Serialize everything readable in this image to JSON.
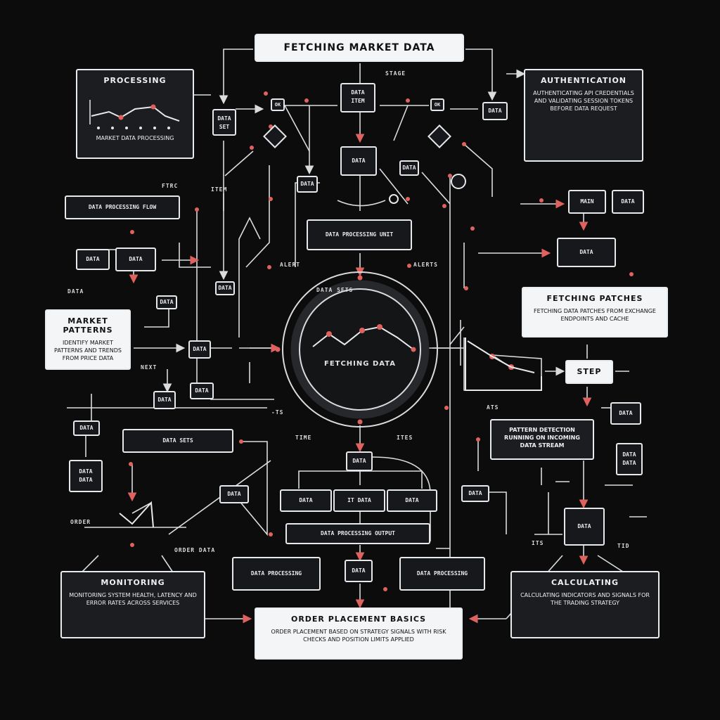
{
  "title": "FETCHING MARKET DATA",
  "panels": {
    "top_left": {
      "title": "PROCESSING",
      "caption": "MARKET DATA PROCESSING"
    },
    "top_right": {
      "title": "AUTHENTICATION",
      "text": "AUTHENTICATING API CREDENTIALS AND VALIDATING SESSION TOKENS BEFORE DATA REQUEST"
    },
    "market_patterns": {
      "title": "MARKET PATTERNS",
      "text": "IDENTIFY MARKET PATTERNS AND TRENDS FROM PRICE DATA"
    },
    "fetching_patches": {
      "title": "FETCHING PATCHES",
      "text": "FETCHING DATA PATCHES FROM EXCHANGE ENDPOINTS AND CACHE"
    },
    "pattern_detection": {
      "text": "PATTERN DETECTION RUNNING ON INCOMING DATA STREAM"
    },
    "monitoring": {
      "title": "MONITORING",
      "text": "MONITORING SYSTEM HEALTH, LATENCY AND ERROR RATES ACROSS SERVICES"
    },
    "order_placement": {
      "title": "ORDER PLACEMENT BASICS",
      "text": "ORDER PLACEMENT BASED ON STRATEGY SIGNALS WITH RISK CHECKS AND POSITION LIMITS APPLIED"
    },
    "calculation": {
      "title": "CALCULATING",
      "text": "CALCULATING INDICATORS AND SIGNALS FOR THE TRADING STRATEGY"
    }
  },
  "hub": {
    "label": "FETCHING DATA"
  },
  "step": {
    "label": "STEP"
  },
  "labels": {
    "stage": "STAGE",
    "ftrc": "FTRC",
    "item": "ITEM",
    "time": "TIME",
    "ts": "-TS",
    "its": "ITS",
    "ites": "ITES",
    "order": "ORDER",
    "order_data": "ORDER DATA",
    "alert": "ALERT",
    "alerts": "ALERTS",
    "data": "DATA",
    "data_sets": "DATA SETS",
    "next": "NEXT",
    "ats": "ATS",
    "tid": "TID"
  },
  "nodes": {
    "n1": "DATA",
    "n2": "DATA\nITEM",
    "n3": "OK",
    "n4": "OK",
    "n5": "DATA",
    "n6": "DATA\nSET",
    "n7": "DATA",
    "n8": "DATA",
    "n9": "DATA",
    "n10": "MAIN",
    "n11": "DATA",
    "n12": "DATA",
    "n13": "DATA",
    "n14": "DATA",
    "n15": "DATA",
    "n16": "DATA\nDATA",
    "n17": "DATA",
    "n18": "DATA",
    "n19": "DATA",
    "n20": "DATA",
    "n21": "DATA",
    "n22": "DATA\nDATA",
    "n23": "DATA",
    "n24": "DATA",
    "n25": "DATA",
    "n26": "DATA",
    "n27": "DATA"
  },
  "bars": {
    "bar_left": "DATA PROCESSING FLOW",
    "bar_center": "DATA PROCESSING UNIT",
    "bar_mid": "DATA SETS",
    "bar_low": "DATA PROCESSING OUTPUT",
    "b1": "DATA",
    "b2": "IT DATA",
    "b3": "DATA",
    "bottom_left_bar": "DATA PROCESSING",
    "bottom_right_bar": "DATA PROCESSING"
  },
  "colors": {
    "background": "#0c0c0d",
    "line": "#d9dbdd",
    "accent": "#e0625f",
    "panel_dark": "#1b1d21",
    "panel_light": "#f3f5f7"
  }
}
